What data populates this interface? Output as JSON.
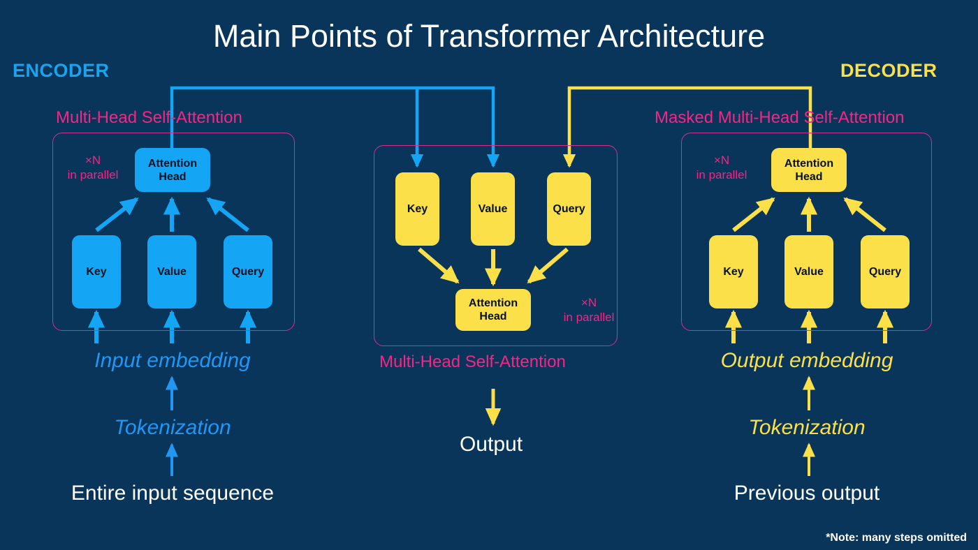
{
  "slide": {
    "title": "Main Points of Transformer Architecture",
    "background_color": "#083559",
    "footnote": "*Note: many steps omitted"
  },
  "colors": {
    "encoder_blue": "#14a5f5",
    "decoder_yellow": "#fbe04a",
    "accent_pink": "#f72585",
    "panel_border_pink": "#d6308f",
    "text_white": "#ffffff",
    "background_navy": "#083559"
  },
  "sections": {
    "encoder": {
      "label": "ENCODER",
      "caption": "Multi-Head Self-Attention",
      "parallel_note_line1": "×N",
      "parallel_note_line2": "in parallel",
      "nodes": {
        "head_line1": "Attention",
        "head_line2": "Head",
        "key": "Key",
        "value": "Value",
        "query": "Query"
      },
      "flow": {
        "embedding": "Input embedding",
        "tokenization": "Tokenization",
        "source": "Entire input sequence"
      }
    },
    "middle": {
      "caption": "Multi-Head Self-Attention",
      "parallel_note_line1": "×N",
      "parallel_note_line2": "in parallel",
      "nodes": {
        "key": "Key",
        "value": "Value",
        "query": "Query",
        "head_line1": "Attention",
        "head_line2": "Head"
      },
      "flow": {
        "output": "Output"
      }
    },
    "decoder": {
      "label": "DECODER",
      "caption": "Masked Multi-Head Self-Attention",
      "parallel_note_line1": "×N",
      "parallel_note_line2": "in parallel",
      "nodes": {
        "head_line1": "Attention",
        "head_line2": "Head",
        "key": "Key",
        "value": "Value",
        "query": "Query"
      },
      "flow": {
        "embedding": "Output embedding",
        "tokenization": "Tokenization",
        "source": "Previous output"
      }
    }
  }
}
